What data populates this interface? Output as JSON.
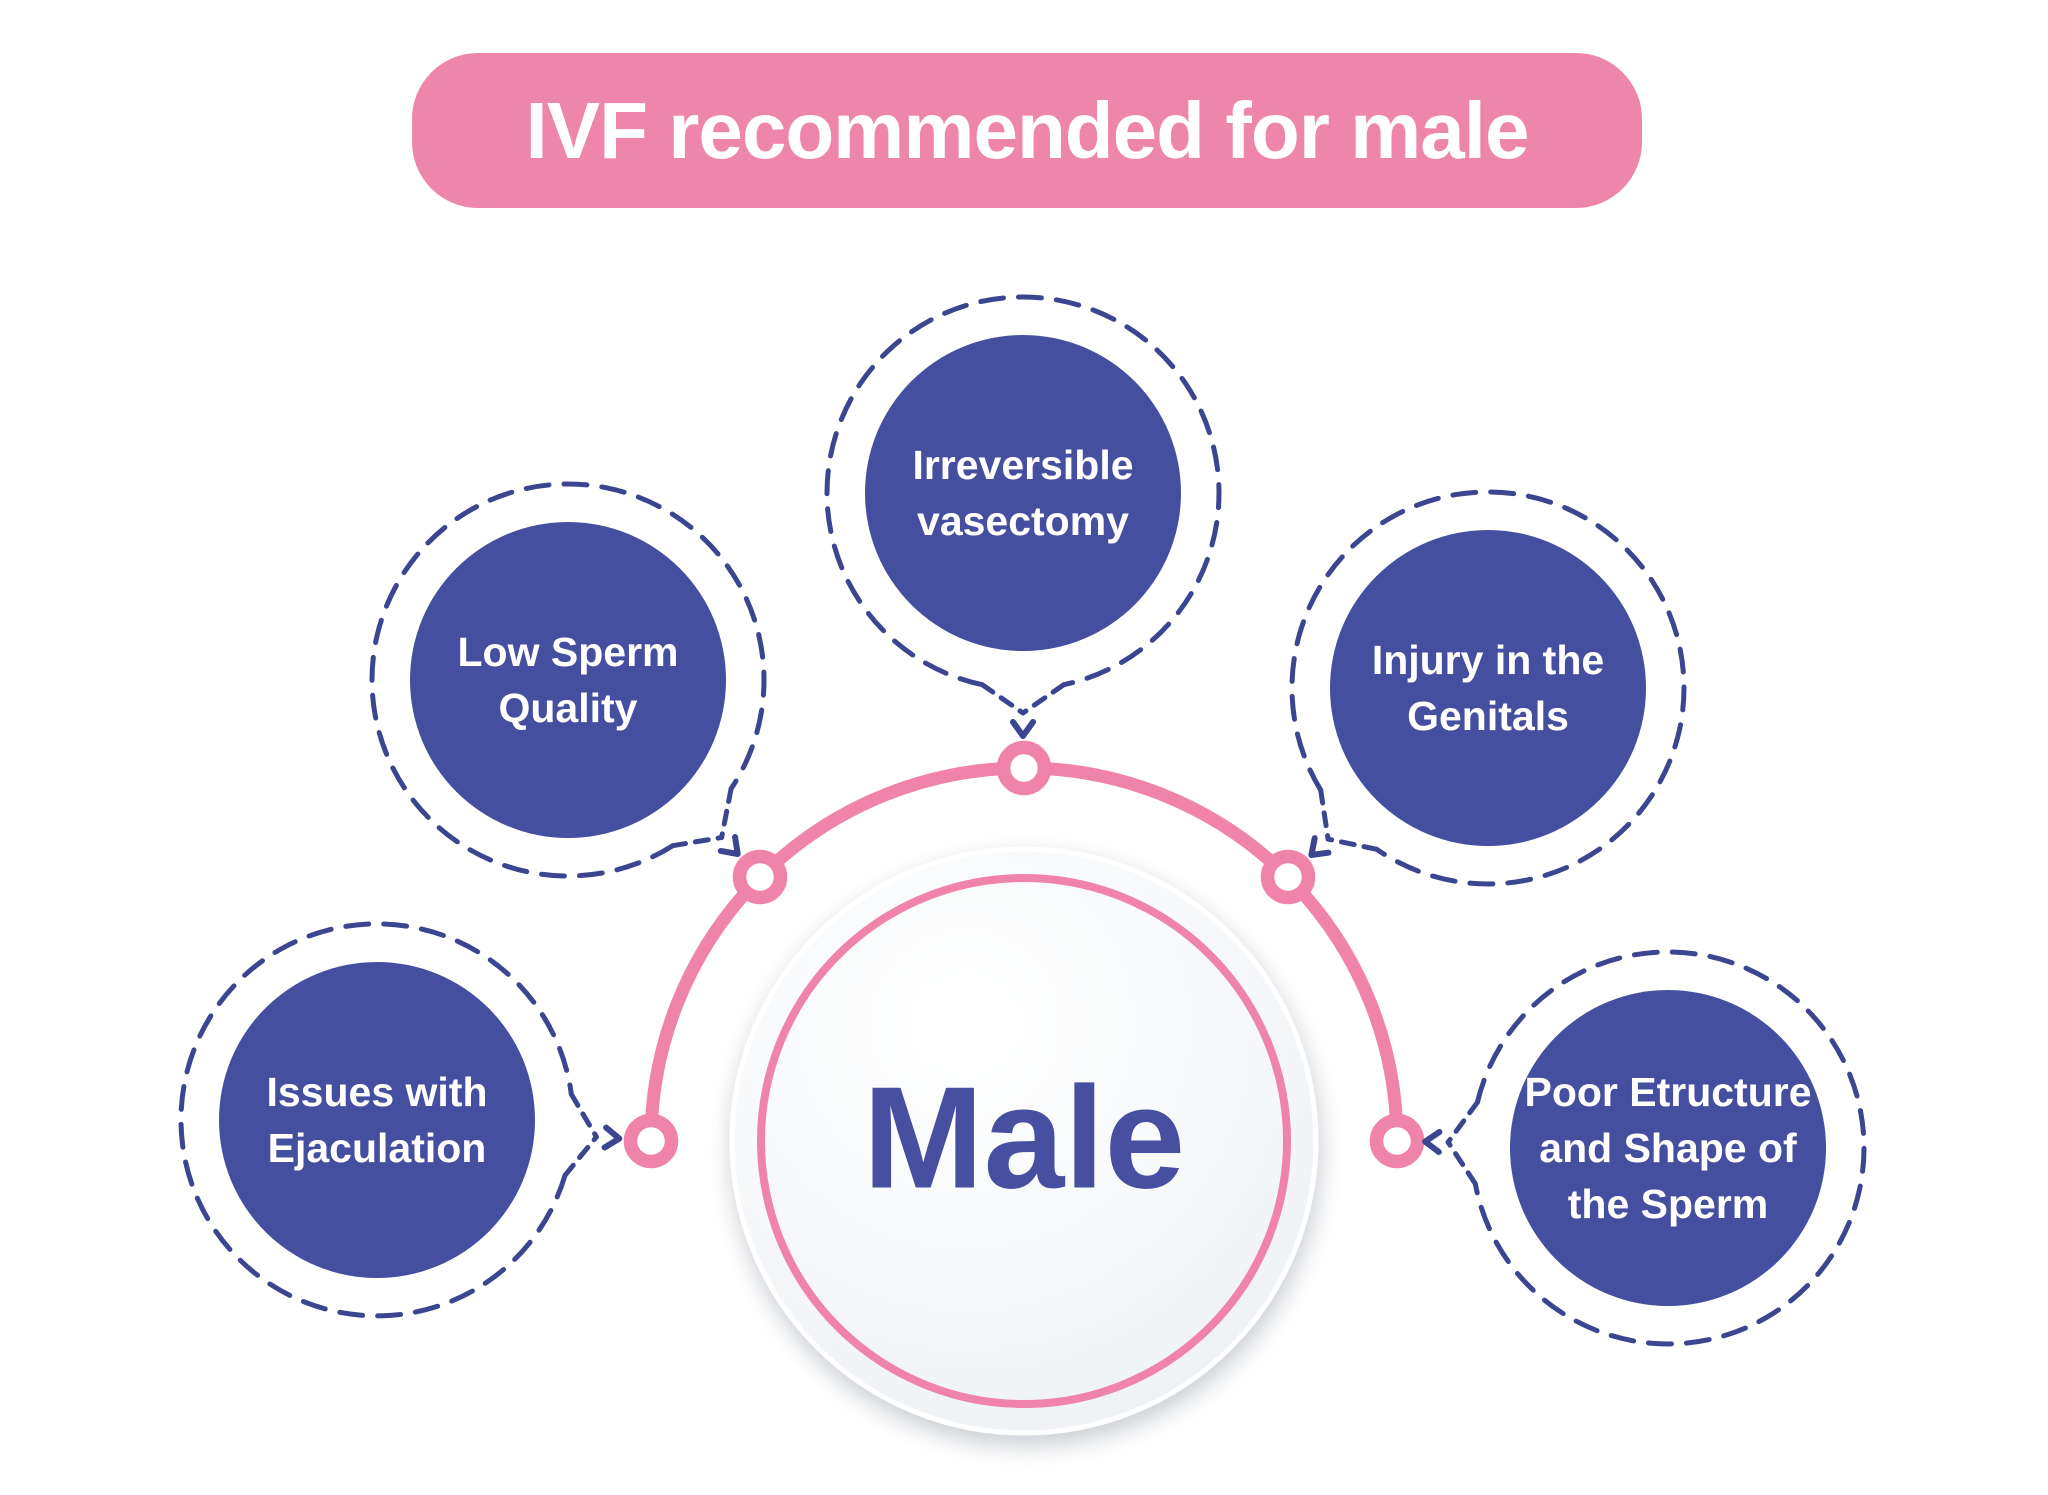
{
  "title": {
    "text": "IVF recommended for male"
  },
  "center": {
    "label": "Male"
  },
  "causes": [
    {
      "id": "low-sperm-quality",
      "label": "Low Sperm\nQuality"
    },
    {
      "id": "irreversible-vasectomy",
      "label": "Irreversible\nvasectomy"
    },
    {
      "id": "injury-in-the-genitals",
      "label": "Injury in the\nGenitals"
    },
    {
      "id": "issues-with-ejaculation",
      "label": "Issues with\nEjaculation"
    },
    {
      "id": "poor-structure-shape",
      "label": "Poor Etructure\nand Shape of\nthe Sperm"
    }
  ],
  "colors": {
    "pink": "#f083aa",
    "pink_banner": "#ee85ab",
    "blue": "#454f9f",
    "navy": "#3c4590",
    "indigo_text": "#474fa0",
    "text_white": "#ffffff"
  }
}
